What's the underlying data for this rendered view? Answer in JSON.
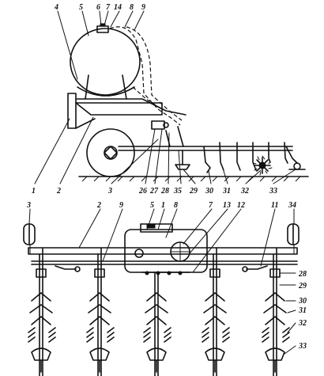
{
  "side_view_labels": {
    "l4": "4",
    "l5": "5",
    "l6": "6",
    "l7": "7",
    "l14": "14",
    "l8": "8",
    "l9": "9",
    "l1": "1",
    "l2": "2",
    "l3": "3",
    "l26": "26",
    "l27": "27",
    "l28": "28",
    "l35": "35",
    "l29": "29",
    "l30": "30",
    "l31": "31",
    "l32": "32",
    "l33": "33"
  },
  "top_view_labels": {
    "l3": "3",
    "l2": "2",
    "l9": "9",
    "l5": "5",
    "l1": "1",
    "l8": "8",
    "l7": "7",
    "l13": "13",
    "l12": "12",
    "l11": "11",
    "l34": "34",
    "l28": "28",
    "l29": "29",
    "l30": "30",
    "l31": "31",
    "l32": "32",
    "l33": "33"
  },
  "colors": {
    "ink": "#111111",
    "paper": "#ffffff"
  }
}
